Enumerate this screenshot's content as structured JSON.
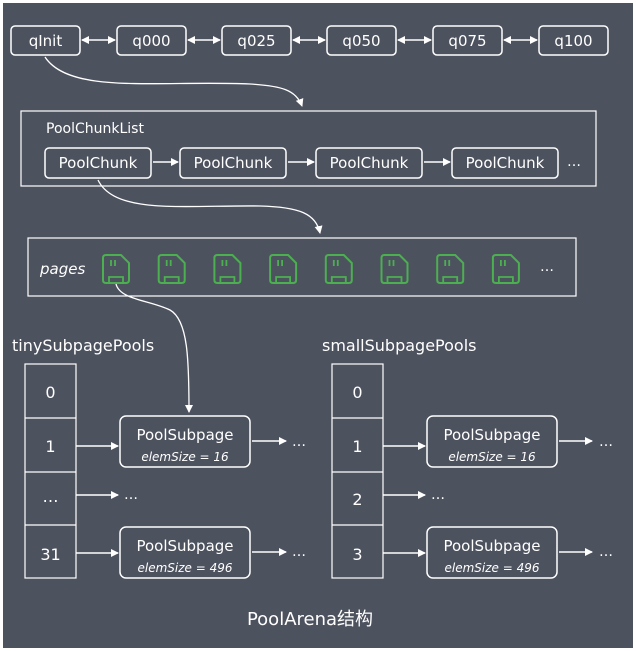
{
  "colors": {
    "background": "#4d525f",
    "stroke": "#ffffff",
    "text": "#ffffff",
    "page_icon": "#4caf50"
  },
  "queue": {
    "nodes": [
      "qInit",
      "q000",
      "q025",
      "q050",
      "q075",
      "q100"
    ]
  },
  "chunk_list": {
    "title": "PoolChunkList",
    "chunks": [
      "PoolChunk",
      "PoolChunk",
      "PoolChunk",
      "PoolChunk"
    ],
    "ellipsis": "…"
  },
  "pages": {
    "label": "pages",
    "icon": "sd-card-icon",
    "count": 8,
    "ellipsis": "…"
  },
  "tiny_pools": {
    "title": "tinySubpagePools",
    "cells": [
      "0",
      "1",
      "…",
      "31"
    ],
    "subpages": [
      {
        "label": "PoolSubpage",
        "elem_size": "elemSize = 16"
      },
      {
        "label": "PoolSubpage",
        "elem_size": "elemSize = 496"
      }
    ],
    "ellipsis": "…"
  },
  "small_pools": {
    "title": "smallSubpagePools",
    "cells": [
      "0",
      "1",
      "2",
      "3"
    ],
    "subpages": [
      {
        "label": "PoolSubpage",
        "elem_size": "elemSize = 16"
      },
      {
        "label": "PoolSubpage",
        "elem_size": "elemSize = 496"
      }
    ],
    "ellipsis": "…"
  },
  "caption": "PoolArena结构"
}
